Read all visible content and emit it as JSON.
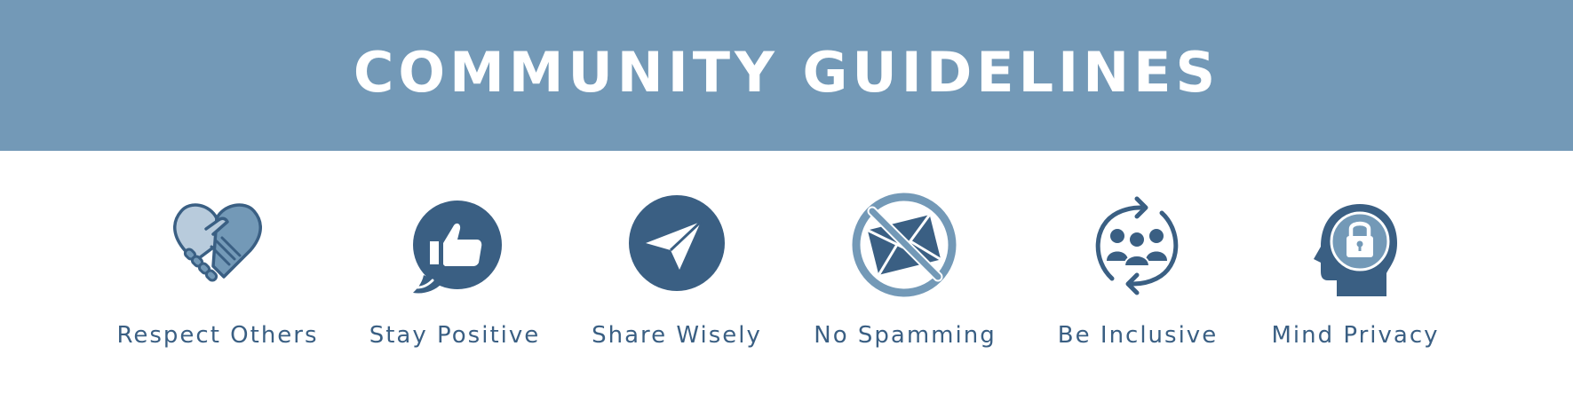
{
  "banner": {
    "title": "COMMUNITY GUIDELINES"
  },
  "colors": {
    "banner": "#7399b7",
    "dark": "#3a5f83",
    "mid": "#7399b7",
    "light": "#b8cbdc",
    "background": "#ffffff"
  },
  "guidelines": [
    {
      "label": "Respect Others",
      "icon": "handshake-heart-icon"
    },
    {
      "label": "Stay Positive",
      "icon": "thumbs-up-bubble-icon"
    },
    {
      "label": "Share Wisely",
      "icon": "paper-plane-icon"
    },
    {
      "label": "No Spamming",
      "icon": "no-mail-icon"
    },
    {
      "label": "Be Inclusive",
      "icon": "inclusive-group-icon"
    },
    {
      "label": "Mind Privacy",
      "icon": "privacy-head-icon"
    }
  ]
}
